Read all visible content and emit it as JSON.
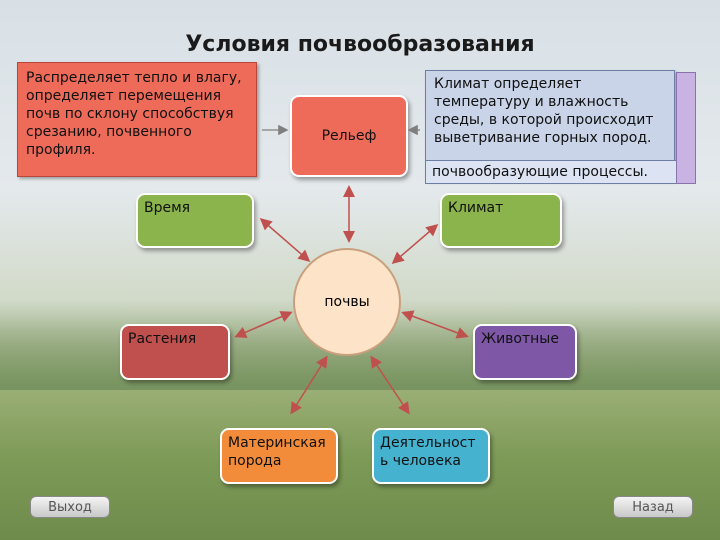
{
  "title": "Условия почвообразования",
  "relief_note": "Распределяет тепло и влагу, определяет перемещения почв по склону способствуя срезанию, почвенного профиля.",
  "climate_note": "Климат определяет температуру и влажность среды, в которой происходит выветривание горных пород.",
  "climate_note_extra": "почвообразующие процессы.",
  "center": "почвы",
  "factors": {
    "relief": "Рельеф",
    "time": "Время",
    "climate": "Климат",
    "plants": "Растения",
    "animals": "Животные",
    "parent_rock": "Материнская порода",
    "human": "Деятельност ь человека"
  },
  "nav": {
    "exit": "Выход",
    "back": "Назад"
  },
  "colors": {
    "relief_note": "#ee6b5a",
    "climate_note": "#c9d4e8",
    "green": "#8bb44c",
    "red": "#c0504d",
    "purple": "#7e57a7",
    "orange": "#f28c3a",
    "blue": "#45b3d0",
    "circle": "#fde3c8"
  }
}
